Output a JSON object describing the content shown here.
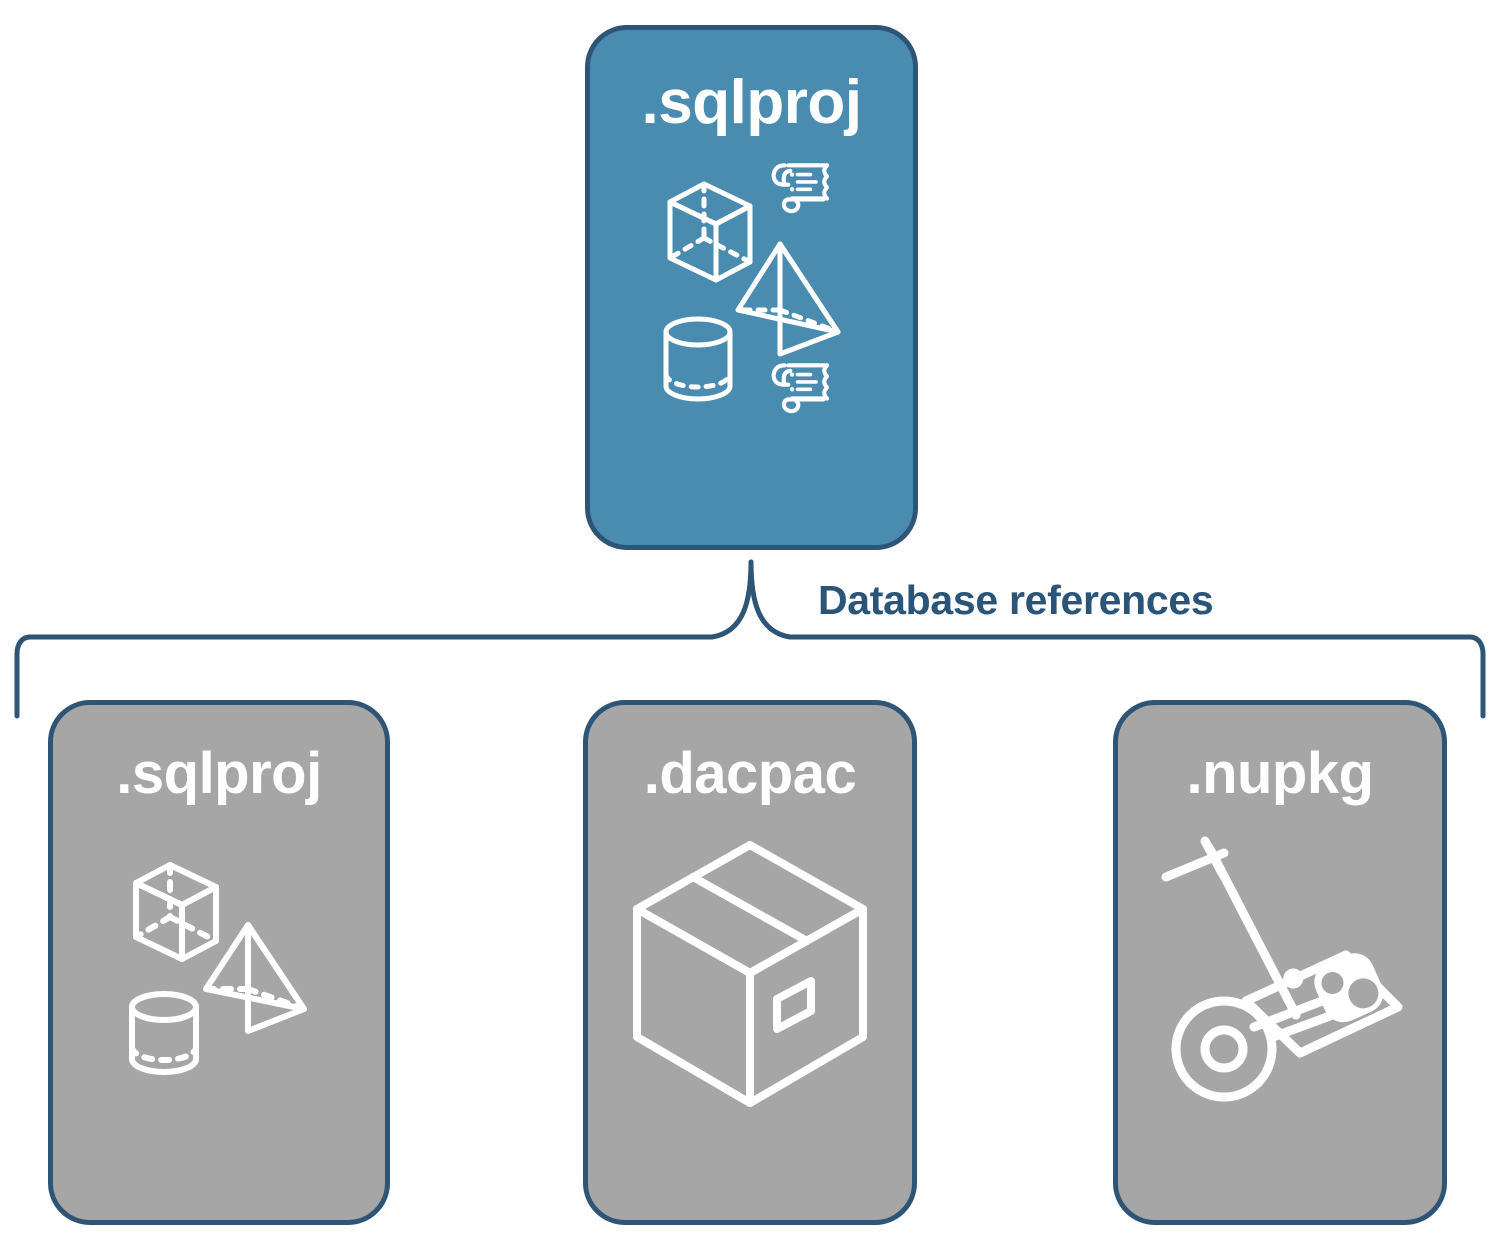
{
  "diagram": {
    "title": "Database references",
    "colors": {
      "primary_fill": "#4a8cb0",
      "secondary_fill": "#a6a6a6",
      "stroke": "#2e5575",
      "label_text": "#2a5578",
      "node_text": "#ffffff",
      "background": "#ffffff"
    }
  },
  "root": {
    "label": ".sqlproj",
    "icons": [
      "wireframe-cube-icon",
      "wireframe-pyramid-icon",
      "wireframe-cylinder-icon",
      "sql-scroll-icon",
      "sql-scroll-icon"
    ]
  },
  "connector": {
    "label": "Database references",
    "type": "brace"
  },
  "references": [
    {
      "label": ".sqlproj",
      "icons": [
        "wireframe-cube-icon",
        "wireframe-pyramid-icon",
        "wireframe-cylinder-icon"
      ]
    },
    {
      "label": ".dacpac",
      "icons": [
        "package-box-icon"
      ]
    },
    {
      "label": ".nupkg",
      "icons": [
        "hand-truck-icon",
        "nuget-package-icon"
      ]
    }
  ]
}
